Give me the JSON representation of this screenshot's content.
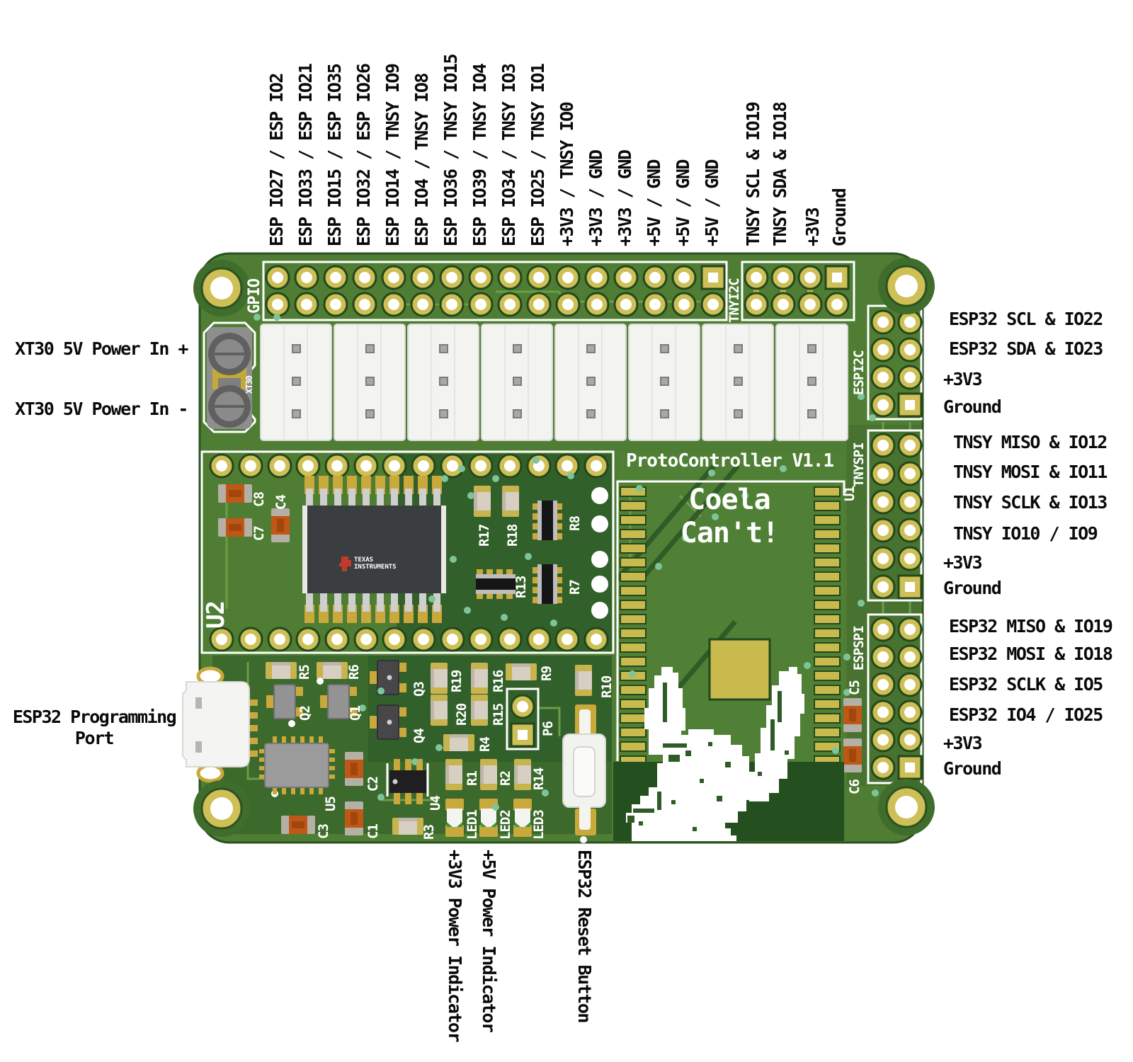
{
  "board": {
    "title": "ProtoController V1.1",
    "mascot": [
      "Coela",
      "Can't!"
    ],
    "headers": {
      "gpio": "GPIO",
      "tnyi2c": "TNYI2C",
      "espi2c": "ESPI2C",
      "tnyspi": "TNYSPI",
      "espspi": "ESPSPI"
    },
    "chip_brand": {
      "line1": "TEXAS",
      "line2": "INSTRUMENTS"
    },
    "refdes": {
      "u1": "U1",
      "u2": "U2",
      "u4": "U4",
      "u5": "U5",
      "q1": "Q1",
      "q2": "Q2",
      "q3": "Q3",
      "q4": "Q4",
      "c1": "C1",
      "c2": "C2",
      "c3": "C3",
      "c4": "C4",
      "c5": "C5",
      "c6": "C6",
      "c7": "C7",
      "c8": "C8",
      "r1": "R1",
      "r2": "R2",
      "r3": "R3",
      "r4": "R4",
      "r5": "R5",
      "r6": "R6",
      "r7": "R7",
      "r8": "R8",
      "r9": "R9",
      "r10": "R10",
      "r13": "R13",
      "r14": "R14",
      "r15": "R15",
      "r16": "R16",
      "r17": "R17",
      "r18": "R18",
      "r19": "R19",
      "r20": "R20",
      "p6": "P6",
      "led1": "LED1",
      "led2": "LED2",
      "led3": "LED3",
      "xt30": "XT30"
    },
    "colors": {
      "soldermask": "#4e7d33",
      "pad_gold": "#cec057",
      "silkscreen": "#ffffff",
      "annotation_text": "#0a0a0a"
    }
  },
  "annotations": {
    "top": [
      "ESP IO27 / ESP IO2",
      "ESP IO33 / ESP IO21",
      "ESP IO15 / ESP IO35",
      "ESP IO32 / ESP IO26",
      "ESP IO14 / TNSY IO9",
      "ESP IO4 / TNSY IO8",
      "ESP IO36 / TNSY IO15",
      "ESP IO39 / TNSY IO4",
      "ESP IO34 / TNSY IO3",
      "ESP IO25 / TNSY IO1",
      "+3V3 / TNSY IO0",
      "+3V3 / GND",
      "+3V3 / GND",
      "+5V / GND",
      "+5V / GND",
      "+5V / GND",
      "TNSY SCL & IO19",
      "TNSY SDA & IO18",
      "+3V3",
      "Ground"
    ],
    "right": [
      "ESP32 SCL & IO22",
      "ESP32 SDA & IO23",
      "+3V3",
      "Ground",
      "TNSY MISO & IO12",
      "TNSY MOSI & IO11",
      "TNSY SCLK & IO13",
      "TNSY IO10 / IO9",
      "+3V3",
      "Ground",
      "ESP32 MISO & IO19",
      "ESP32 MOSI & IO18",
      "ESP32 SCLK & IO5",
      "ESP32 IO4 / IO25",
      "+3V3",
      "Ground"
    ],
    "left": {
      "power_plus": "XT30 5V Power In +",
      "power_minus": "XT30 5V Power In -",
      "usb": "ESP32 Programming Port"
    },
    "bottom": [
      "+3V3 Power Indicator",
      "+5V Power Indicator",
      "ESP32 Reset Button"
    ]
  }
}
